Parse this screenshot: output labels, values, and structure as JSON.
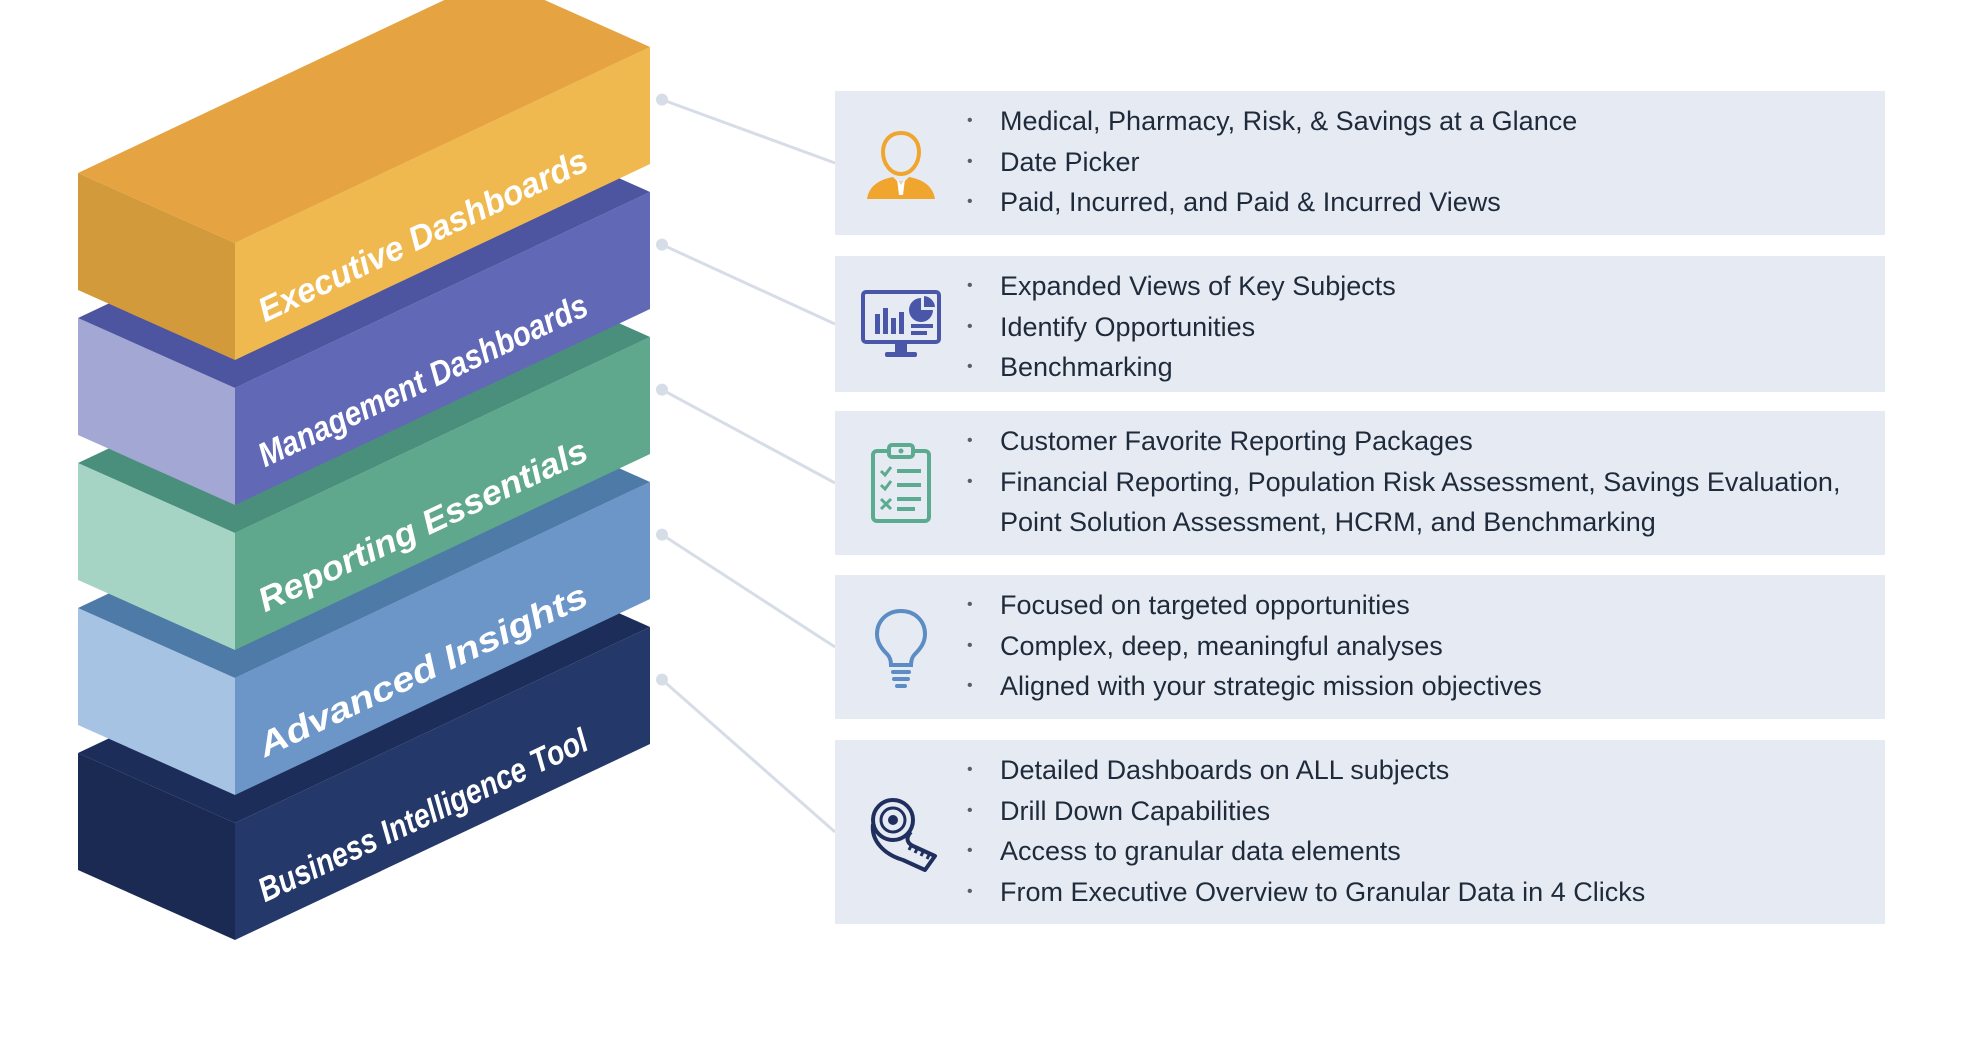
{
  "layers": [
    {
      "label": "Executive Dashboards",
      "colors": {
        "top": "#e6a341",
        "front": "#f0b94f",
        "side": "#d39a3b"
      },
      "icon": "executive-user-icon",
      "icon_color": "#f0a52e",
      "bullets": [
        "Medical, Pharmacy, Risk, & Savings at a Glance",
        "Date Picker",
        "Paid, Incurred, and Paid & Incurred Views"
      ]
    },
    {
      "label": "Management Dashboards",
      "colors": {
        "top": "#4e55a0",
        "front": "#6168b6",
        "side": "#a3a7d4"
      },
      "icon": "dashboard-monitor-icon",
      "icon_color": "#4a57a8",
      "bullets": [
        "Expanded Views of Key Subjects",
        "Identify Opportunities",
        "Benchmarking"
      ]
    },
    {
      "label": "Reporting Essentials",
      "colors": {
        "top": "#4a8f7b",
        "front": "#5fa88d",
        "side": "#a6d4c4"
      },
      "icon": "clipboard-checklist-icon",
      "icon_color": "#5aab8f",
      "bullets": [
        "Customer Favorite Reporting Packages",
        "Financial Reporting, Population Risk Assessment, Savings Evaluation, Point Solution Assessment, HCRM, and Benchmarking"
      ]
    },
    {
      "label": "Advanced Insights",
      "colors": {
        "top": "#4d7aa6",
        "front": "#6d96c8",
        "side": "#a7c3e4"
      },
      "icon": "lightbulb-icon",
      "icon_color": "#5b8cc4",
      "bullets": [
        "Focused on targeted opportunities",
        "Complex, deep, meaningful analyses",
        "Aligned with your strategic mission objectives"
      ]
    },
    {
      "label": "Business Intelligence Tool",
      "colors": {
        "top": "#1c2d5a",
        "front": "#243869",
        "side": "#1a2a52"
      },
      "icon": "measuring-tape-icon",
      "icon_color": "#1f2f5e",
      "bullets": [
        "Detailed Dashboards on ALL subjects",
        "Drill Down Capabilities",
        "Access to granular data elements",
        "From Executive Overview to Granular Data in 4 Clicks"
      ]
    }
  ]
}
